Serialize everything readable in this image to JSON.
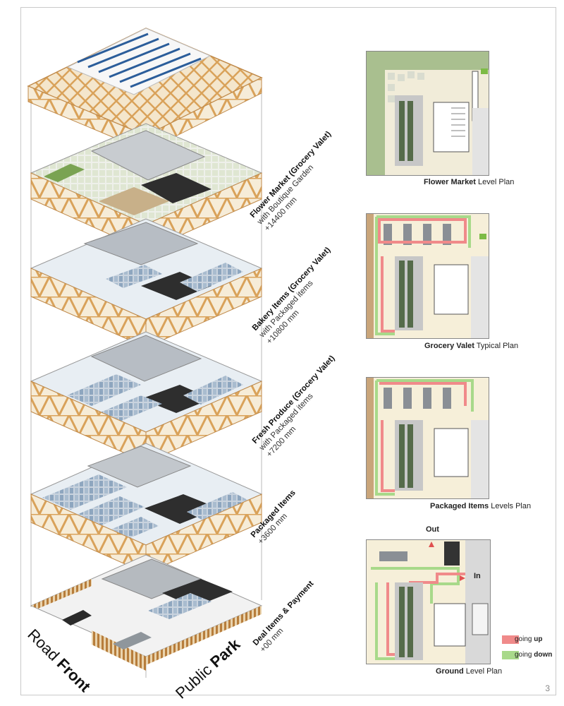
{
  "levels": [
    {
      "title": "Flower Market (Grocery Valet)",
      "sub": "with Boutique Garden",
      "elev": "+14400 mm"
    },
    {
      "title": "Bakery Items (Grocery Valet)",
      "sub": "with Packaged items",
      "elev": "+10800 mm"
    },
    {
      "title": "Fresh Produce (Grocery Valet)",
      "sub": "with Packaged items",
      "elev": "+7200 mm"
    },
    {
      "title": "Packaged Items",
      "sub": "",
      "elev": "+3600 mm"
    },
    {
      "title": "Deal Items & Payment",
      "sub": "",
      "elev": "+00 mm"
    }
  ],
  "side_labels": {
    "road_a": "Road ",
    "road_b": "Front",
    "park_a": "Public ",
    "park_b": "Park"
  },
  "plans": [
    {
      "bold": "Flower Market",
      "rest": " Level Plan"
    },
    {
      "bold": "Grocery Valet",
      "rest": " Typical Plan"
    },
    {
      "bold": "Packaged Items",
      "rest": " Levels Plan"
    },
    {
      "bold": "Ground",
      "rest": " Level Plan"
    }
  ],
  "ground_plan": {
    "out_label": "Out",
    "in_label": "In"
  },
  "legend": {
    "up_a": "going ",
    "up_b": "up",
    "down_a": "going ",
    "down_b": "down",
    "up_color": "#f08a8a",
    "down_color": "#a8d98a"
  },
  "page_number": "3"
}
